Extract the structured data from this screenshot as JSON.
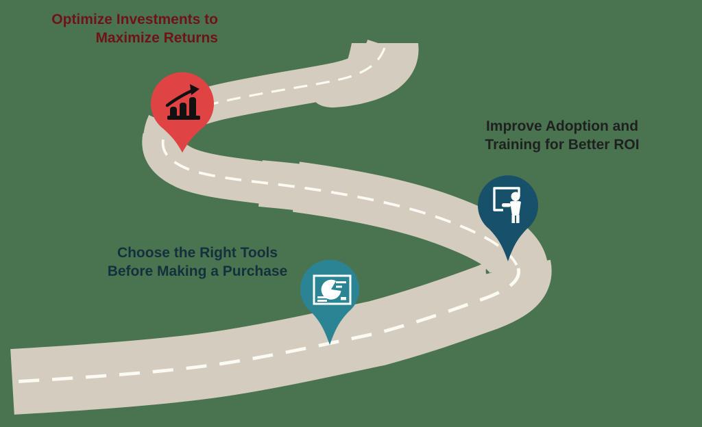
{
  "infographic": {
    "type": "roadmap",
    "background_color": "#4a7350",
    "road": {
      "color": "#d4ccbe",
      "dash_color": "#fcfbf3"
    },
    "milestones": [
      {
        "label_line1": "Optimize Investments to",
        "label_line2": "Maximize Returns",
        "text_color": "#6e1316",
        "pin_color": "#e04343",
        "icon": "bar-chart-growth-icon",
        "icon_color": "#111111"
      },
      {
        "label_line1": "Choose the Right Tools",
        "label_line2": "Before Making a Purchase",
        "text_color": "#15303d",
        "pin_color": "#2a8494",
        "icon": "pie-chart-slide-icon",
        "icon_color": "#ffffff"
      },
      {
        "label_line1": "Improve Adoption and",
        "label_line2": "Training for Better ROI",
        "text_color": "#1f2121",
        "pin_color": "#175069",
        "icon": "training-presentation-icon",
        "icon_color": "#ffffff"
      }
    ]
  }
}
